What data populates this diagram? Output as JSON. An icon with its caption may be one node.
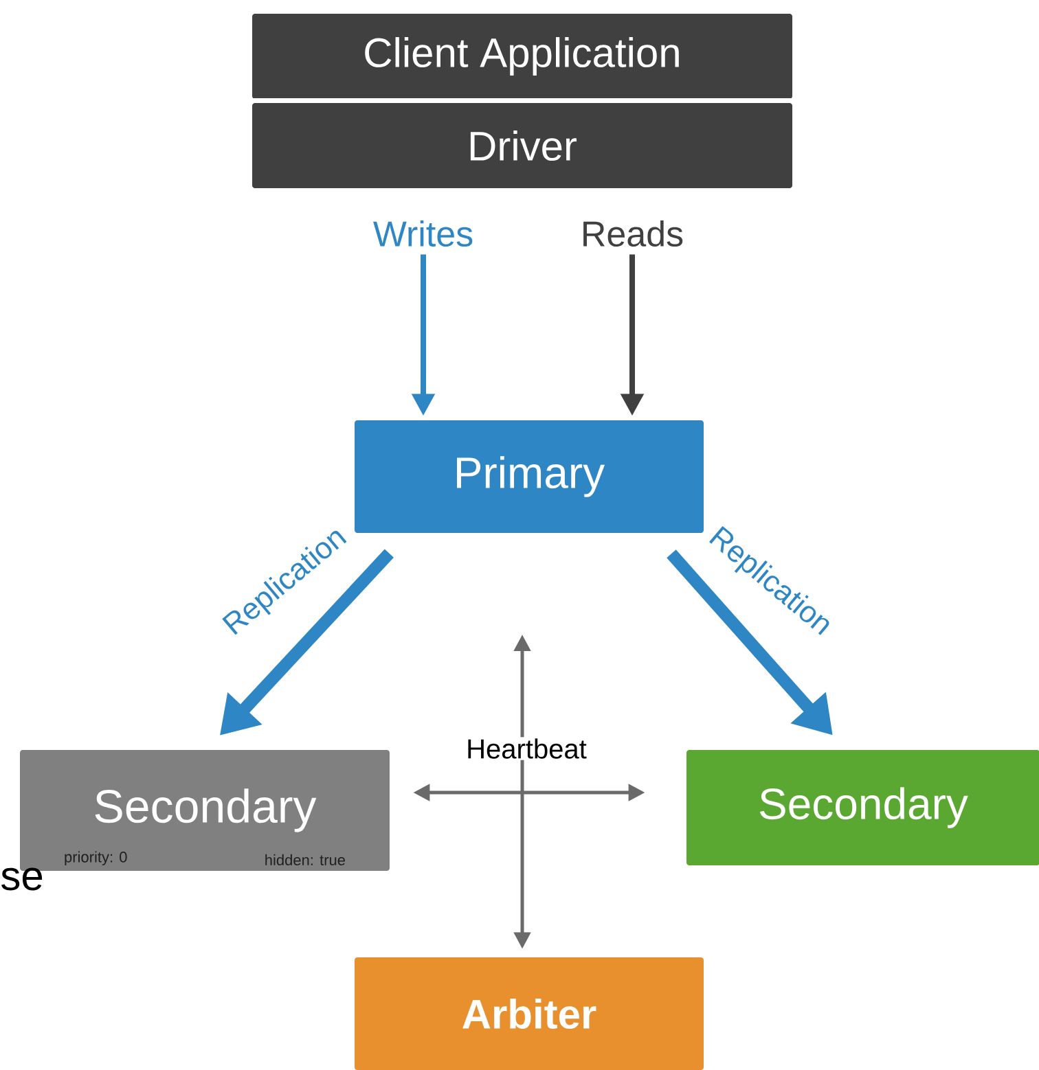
{
  "diagram": {
    "nodes": [
      {
        "text": [
          "Client Application"
        ]
      },
      {
        "text": [
          "Driver"
        ]
      },
      {
        "text": [
          "Primary"
        ]
      },
      {
        "text": [
          "Secondary",
          "priority: 0",
          "hidden: true"
        ]
      },
      {
        "text": [
          "Secondary"
        ]
      },
      {
        "text": [
          "Arbiter"
        ]
      }
    ],
    "edges": [
      {
        "from": 1,
        "to": 2,
        "arrow": "to",
        "label": "Writes",
        "color": "#2e86c4"
      },
      {
        "from": 1,
        "to": 2,
        "arrow": "to",
        "label": "Reads",
        "color": "#404040"
      },
      {
        "from": 2,
        "to": 3,
        "arrow": "to",
        "label": "Replication",
        "style": "thick",
        "color": "#2e86c4"
      },
      {
        "from": 2,
        "to": 4,
        "arrow": "to",
        "label": "Replication",
        "style": "thick",
        "color": "#2e86c4"
      },
      {
        "from": 3,
        "to": 4,
        "arrow": "both",
        "label": "Heartbeat"
      },
      {
        "from": null,
        "to": 5,
        "arrow": "both"
      }
    ],
    "labels": [
      "se"
    ]
  }
}
